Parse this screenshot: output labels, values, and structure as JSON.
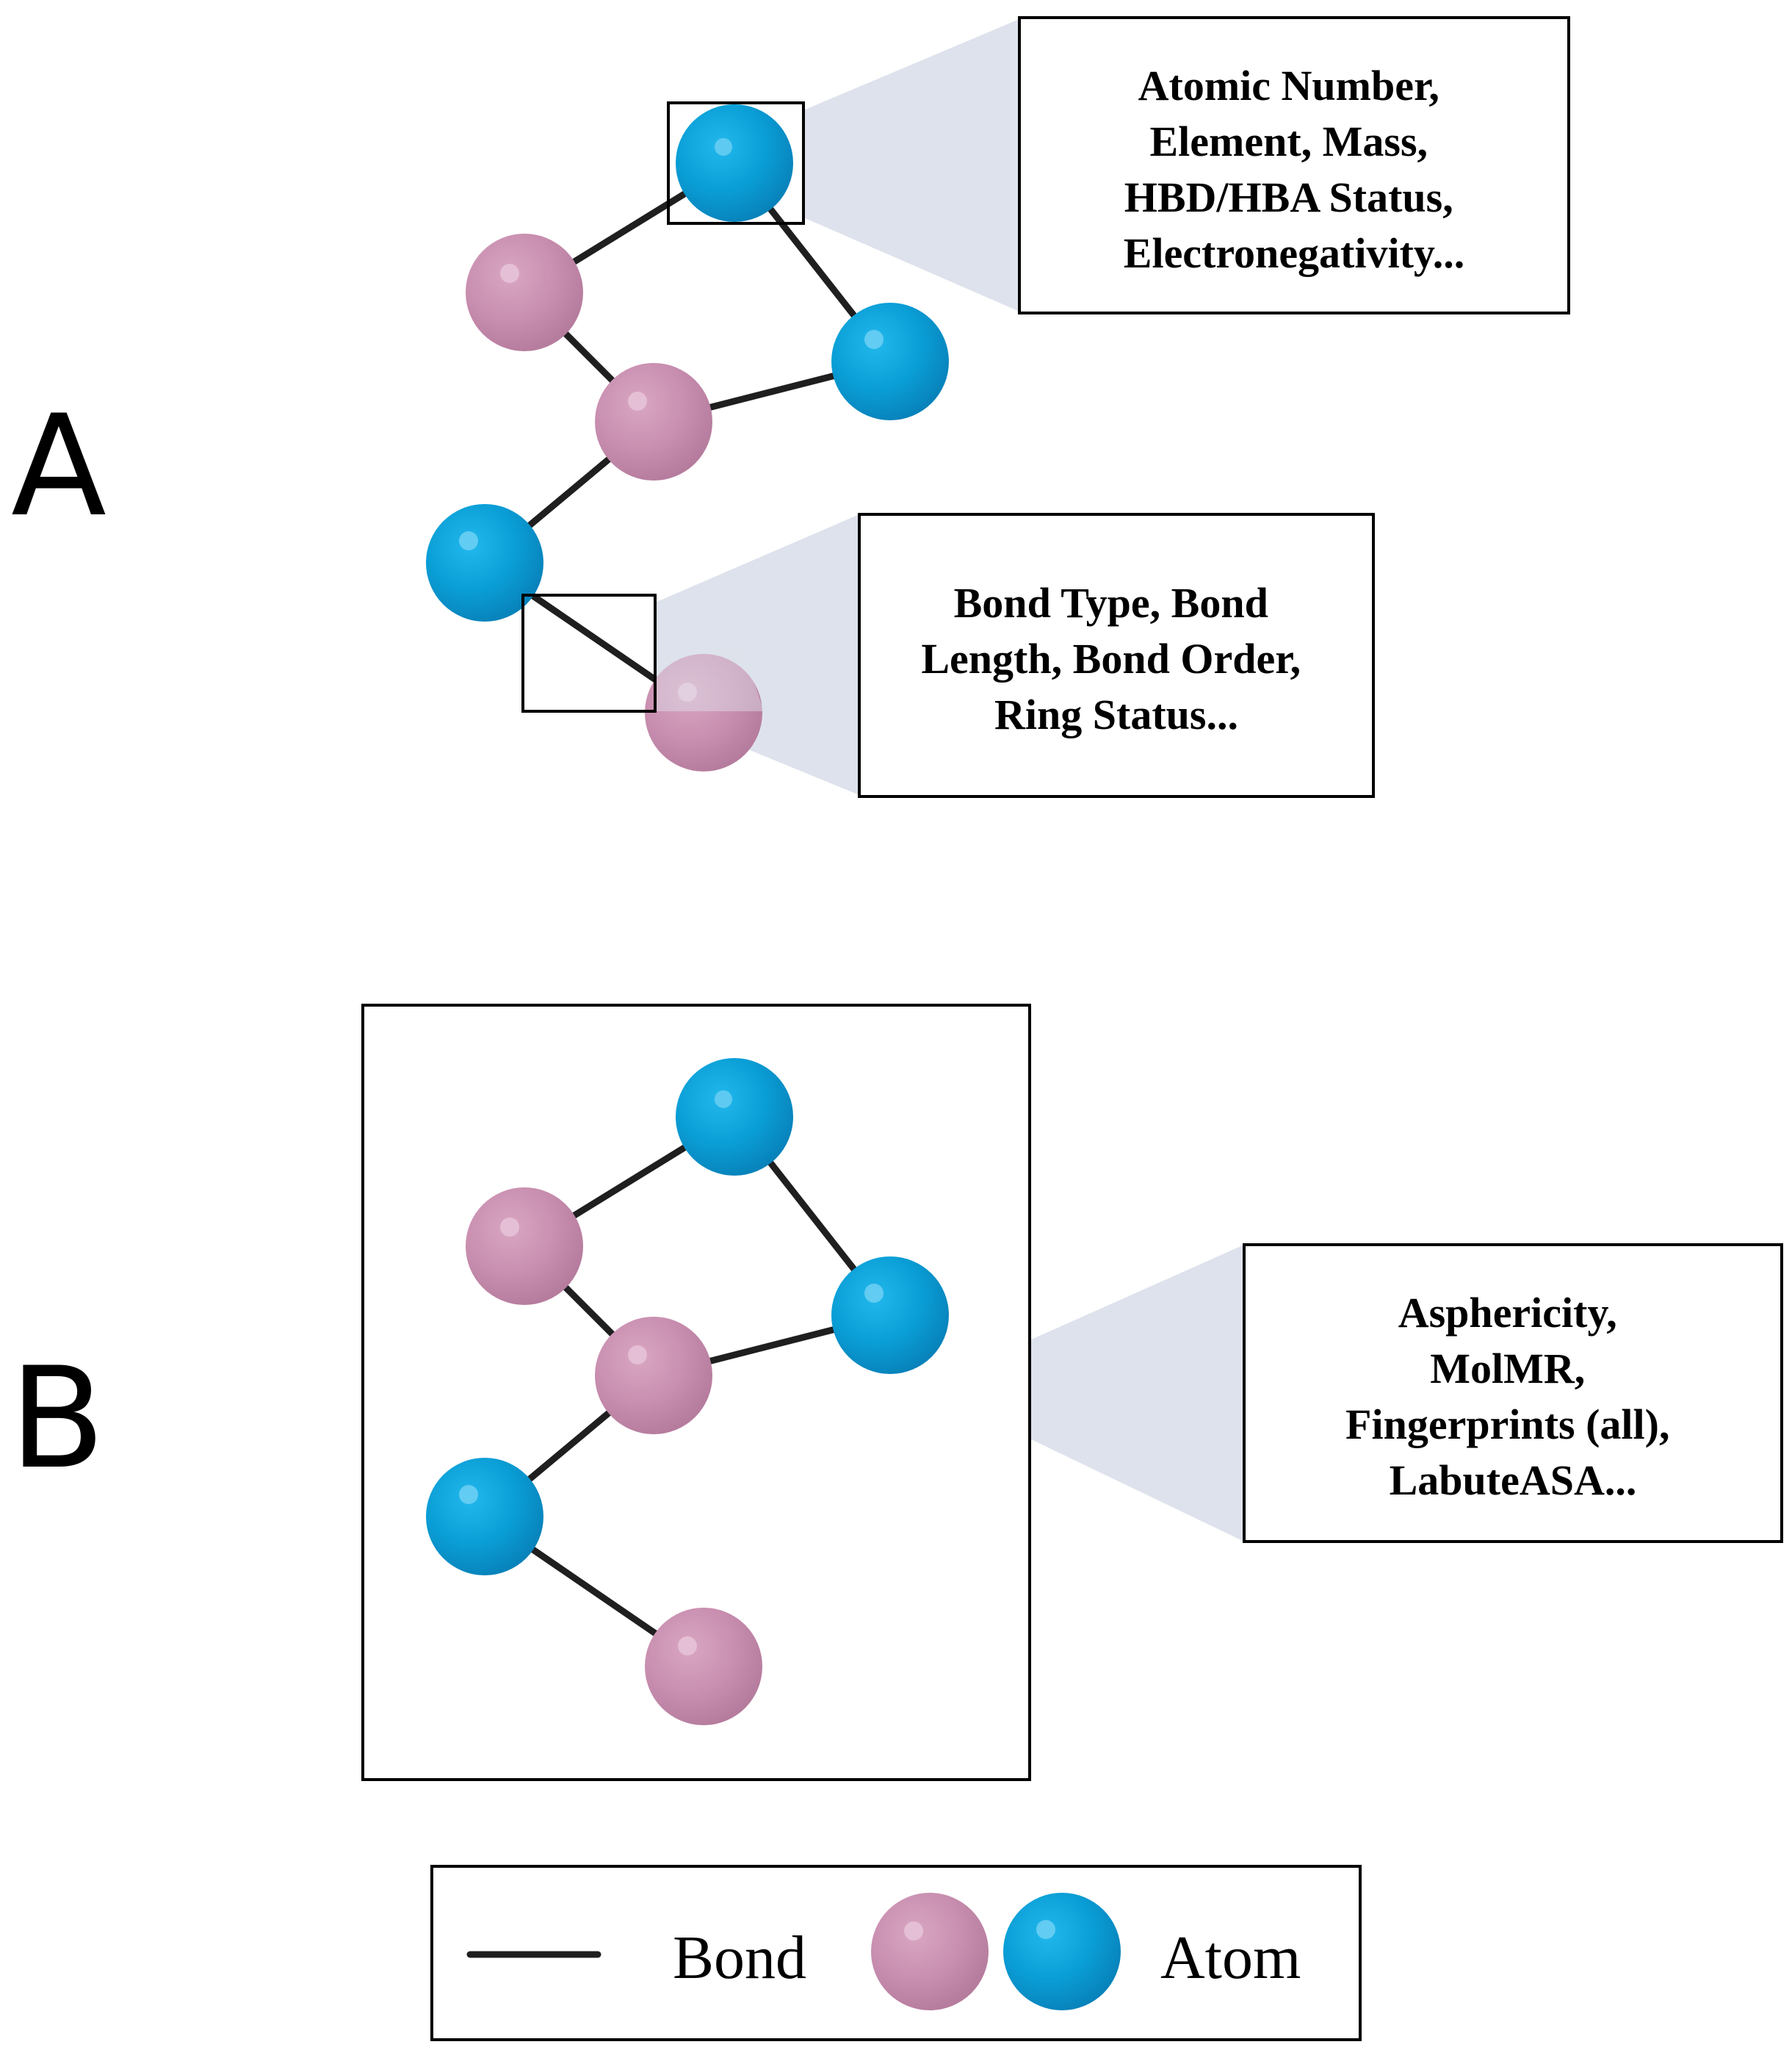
{
  "panels": {
    "a": {
      "letter": "A",
      "atom_features": [
        "Atomic Number,",
        "Element, Mass,",
        "HBD/HBA Status,",
        "Electronegativity..."
      ],
      "bond_features": [
        "Bond Type, Bond",
        "Length, Bond Order,",
        "Ring Status..."
      ]
    },
    "b": {
      "letter": "B",
      "molecule_features": [
        "Asphericity,",
        "MolMR,",
        "Fingerprints (all),",
        "LabuteASA..."
      ]
    }
  },
  "legend": {
    "bond_label": "Bond",
    "atom_label": "Atom"
  },
  "colors": {
    "atom_blue": "#0a9ed6",
    "atom_pink": "#c98fb0",
    "callout_fill": "#dde2ec",
    "bond": "#1f1f1f"
  }
}
